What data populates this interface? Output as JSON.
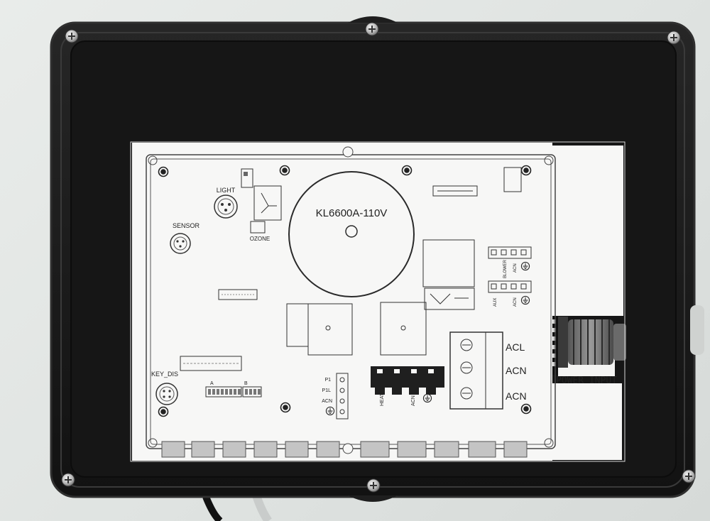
{
  "board": {
    "model": "KL6600A-110V",
    "labels": {
      "light": "LIGHT",
      "sensor": "SENSOR",
      "ozone": "OZONE",
      "key_dis": "KEY_DIS",
      "dip_a": "A",
      "dip_b": "B",
      "p1": "P1",
      "p1l": "P1L",
      "acn_small": "ACN",
      "heat": "HEAT",
      "acn_heat": "ACN",
      "blower": "BLOWER",
      "acn_blower": "ACN",
      "aux": "AUX",
      "acn_aux": "ACN",
      "acl": "ACL",
      "acn1": "ACN",
      "acn2": "ACN",
      "power_input": "POWER INPUT"
    }
  },
  "colors": {
    "enclosure": "#1b1b1b",
    "enclosure_edge": "#2c2c2c",
    "wall": "#e3e6e4",
    "label_paper": "#f7f7f6",
    "ink": "#2a2a2a",
    "connector_fill": "#bfbfbf"
  },
  "icons": [
    "screw-icon",
    "ground-symbol-icon",
    "cable-gland-icon"
  ]
}
